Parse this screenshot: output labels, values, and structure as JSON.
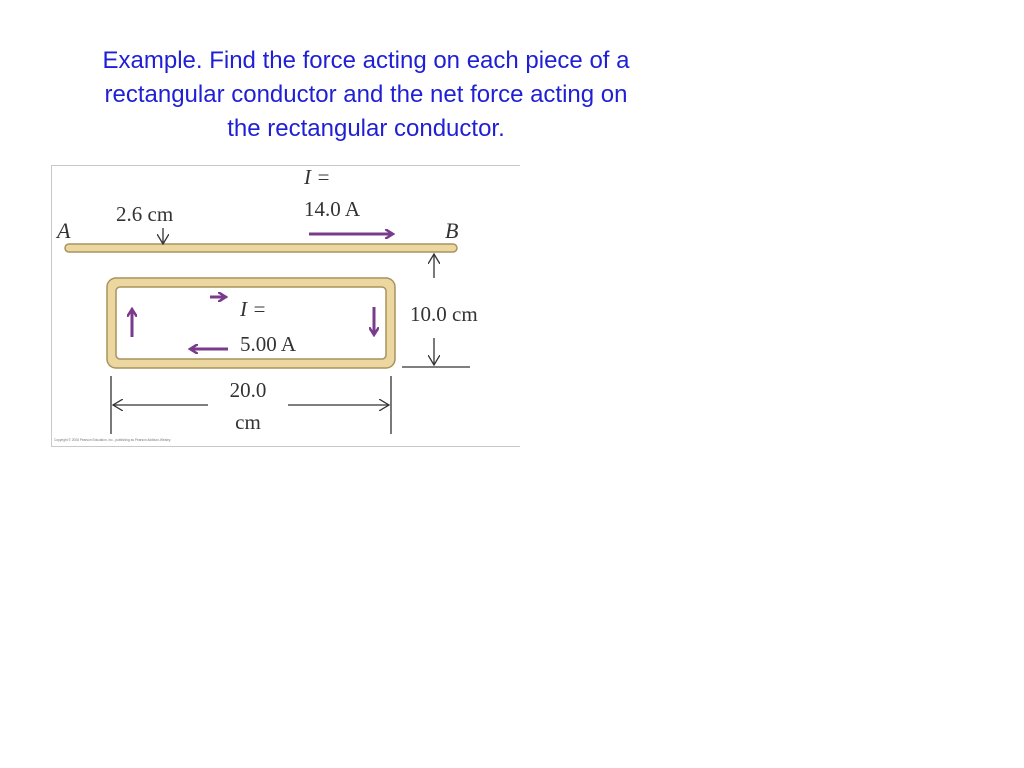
{
  "slide": {
    "title_lines": [
      "Example. Find the force acting on each piece of a",
      "rectangular conductor and the net force acting on",
      "the rectangular conductor."
    ]
  },
  "figure": {
    "wire": {
      "label_a": "A",
      "label_b": "B",
      "current_label_line1": "I =",
      "current_label_line2": "14.0 A"
    },
    "gap_label": "2.6 cm",
    "loop": {
      "current_label_line1": "I =",
      "current_label_line2": "5.00 A"
    },
    "height_label": "10.0 cm",
    "width_label_line1": "20.0",
    "width_label_line2": "cm",
    "copyright": "Copyright © 2008 Pearson Education, Inc., publishing as Pearson Addison-Wesley.",
    "colors": {
      "conductor_fill": "#ecd7a1",
      "conductor_edge": "#a9935e",
      "arrow": "#7a3b8c",
      "title": "#1f1fd6"
    }
  }
}
